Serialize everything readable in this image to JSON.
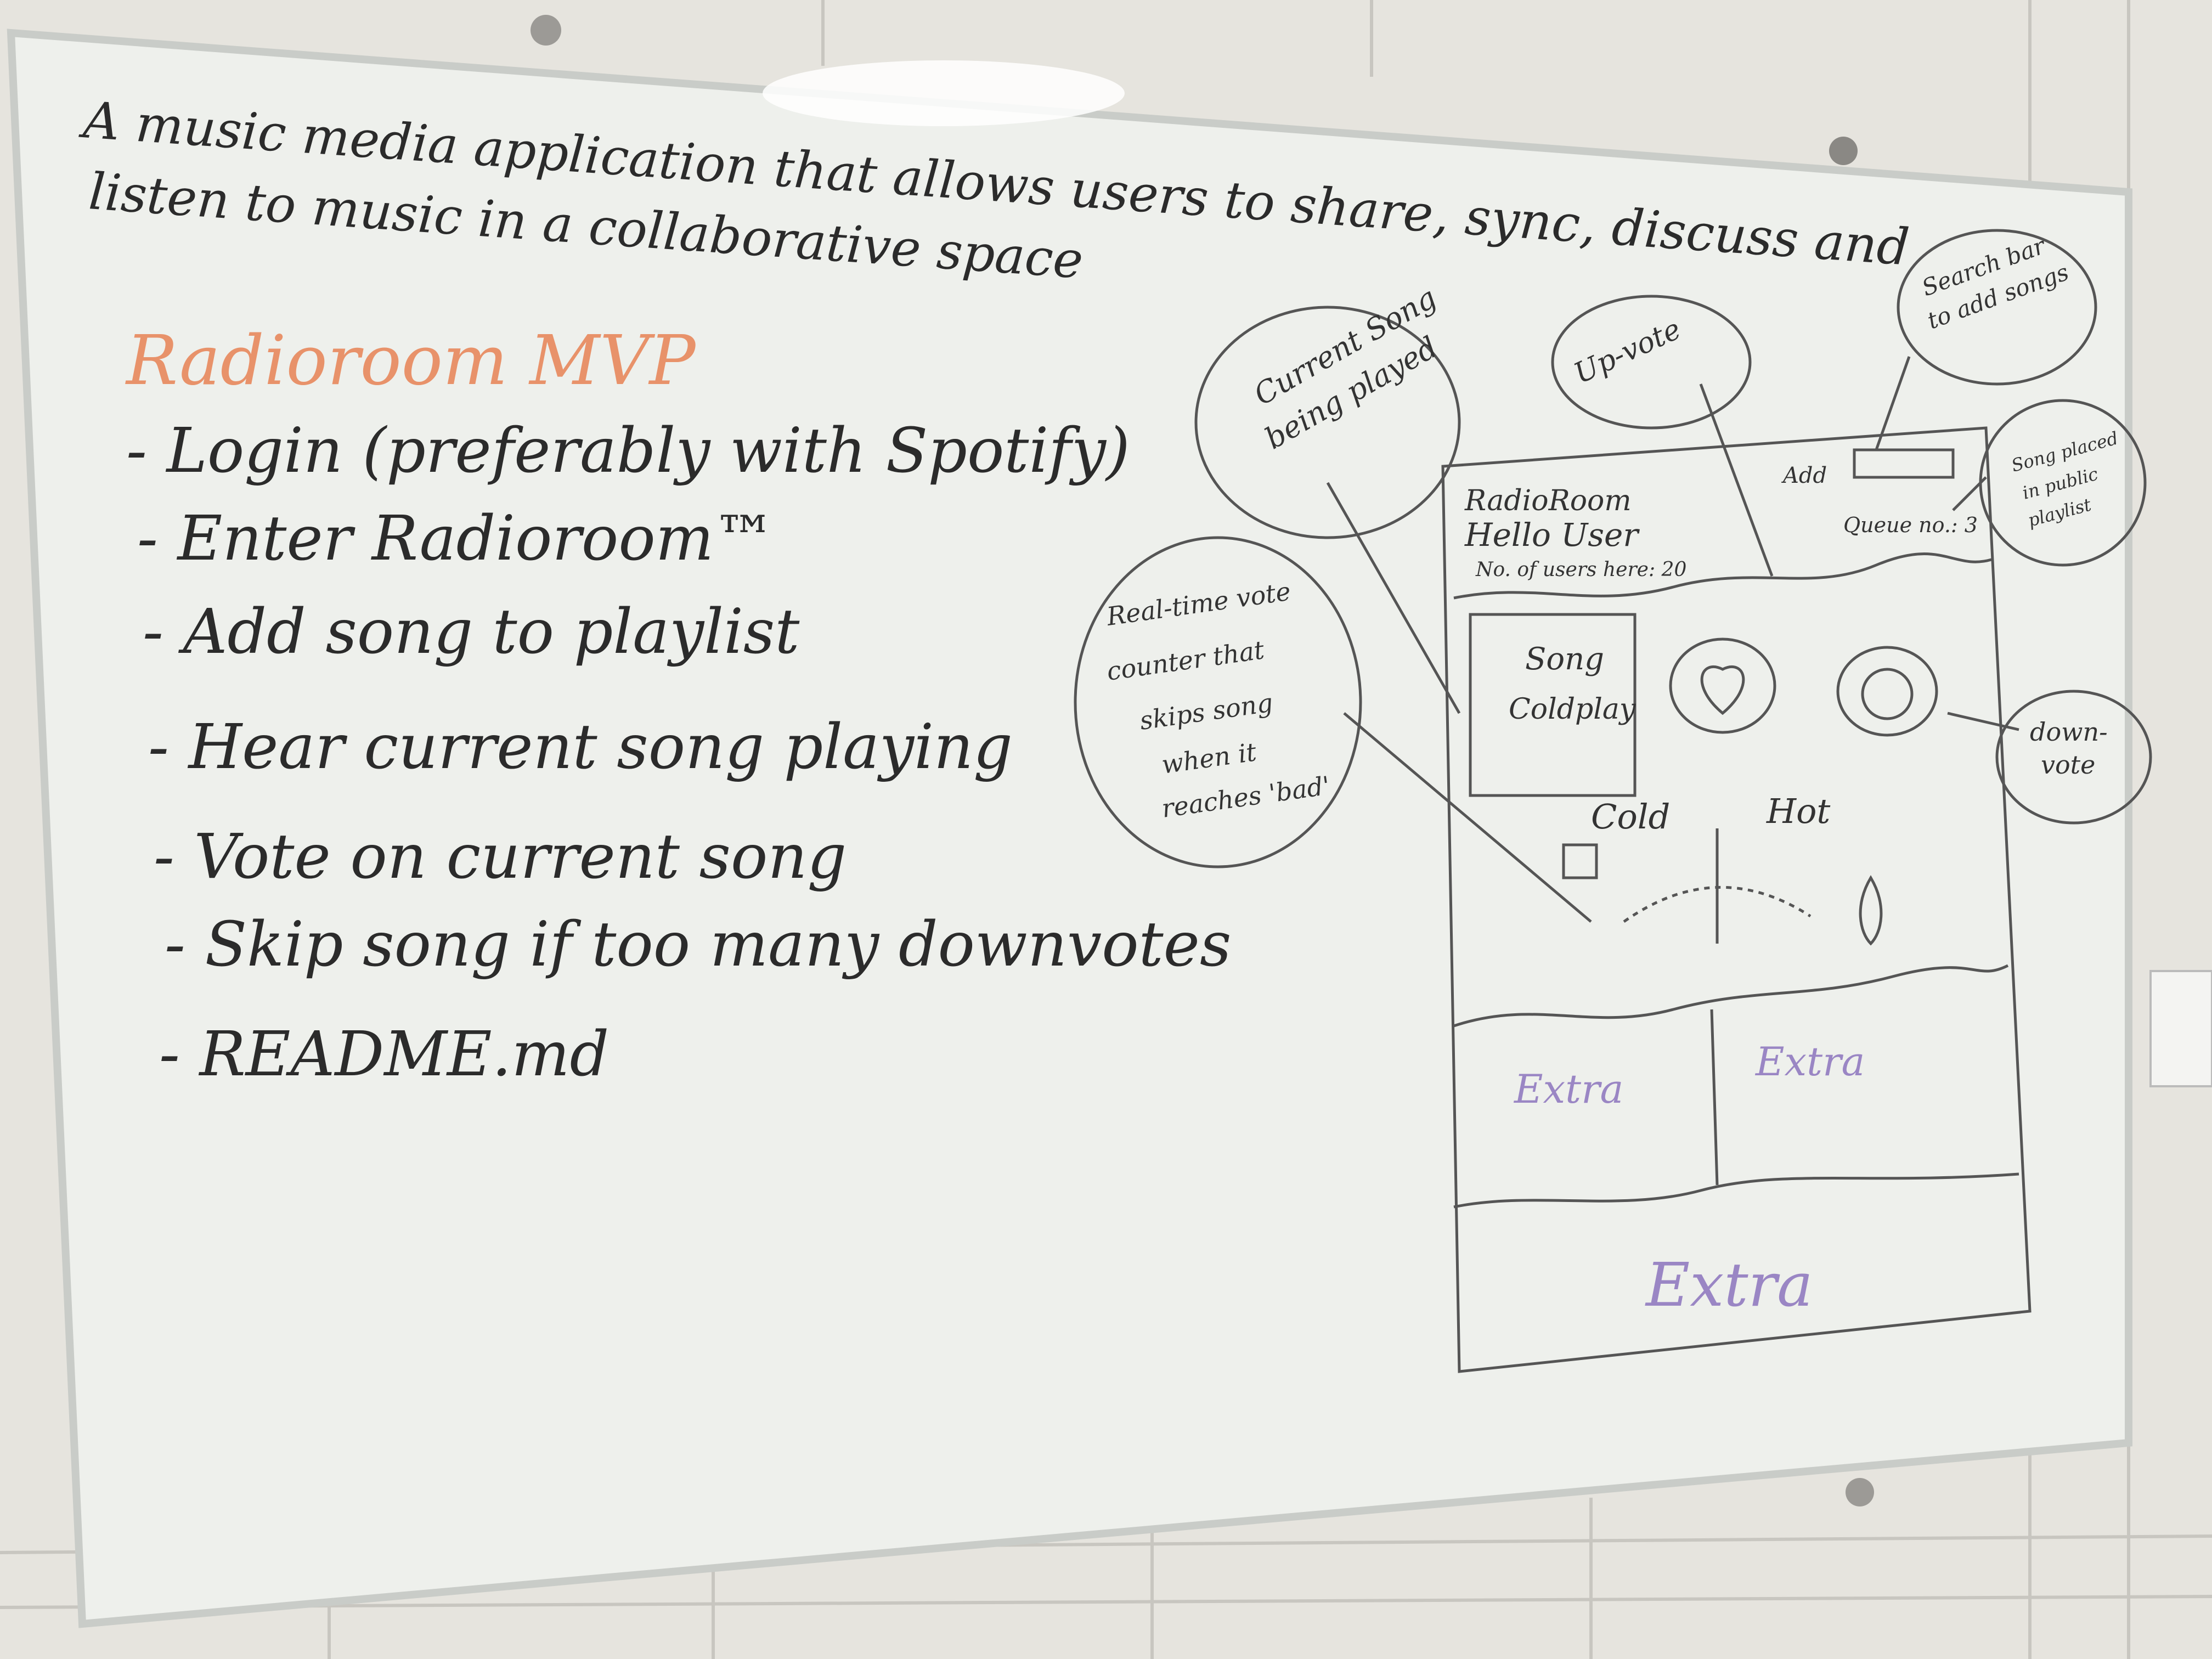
{
  "headline": {
    "line1": "A music media application that allows users to share, sync, discuss and",
    "line2": "listen to music in a collaborative space"
  },
  "mvp": {
    "title": "Radioroom MVP",
    "items": [
      "- Login (preferably with Spotify)",
      "- Enter Radioroom™",
      "- Add song to playlist",
      "- Hear current song playing",
      "- Vote on current song",
      "- Skip song if too many downvotes",
      "- README.md"
    ]
  },
  "wireframe": {
    "app_name": "RadioRoom",
    "greeting": "Hello User",
    "users_here": "No. of users here: 20",
    "search_prefix": "Add",
    "queue": "Queue no.: 3",
    "song_title": "Song",
    "song_artist": "Coldplay",
    "meter_cold": "Cold",
    "meter_hot": "Hot",
    "extra_1": "Extra",
    "extra_2": "Extra",
    "extra_3": "Extra"
  },
  "annotations": {
    "current_song": [
      "Current Song",
      "being played"
    ],
    "up_vote": "Up-vote",
    "search_bar": [
      "Search bar",
      "to add songs"
    ],
    "song_placed": [
      "Song placed",
      "in public",
      "playlist"
    ],
    "vote_counter": [
      "Real-time vote",
      "counter that",
      "skips song",
      "when it",
      "reaches 'bad'"
    ],
    "down_vote": [
      "down-",
      "vote"
    ]
  },
  "colors": {
    "board": "#eef0ec",
    "ink": "#2b2b2b",
    "orange_ink": "#e8926a",
    "purple_ink": "#9a86c4",
    "wall": "#e6e4de"
  }
}
